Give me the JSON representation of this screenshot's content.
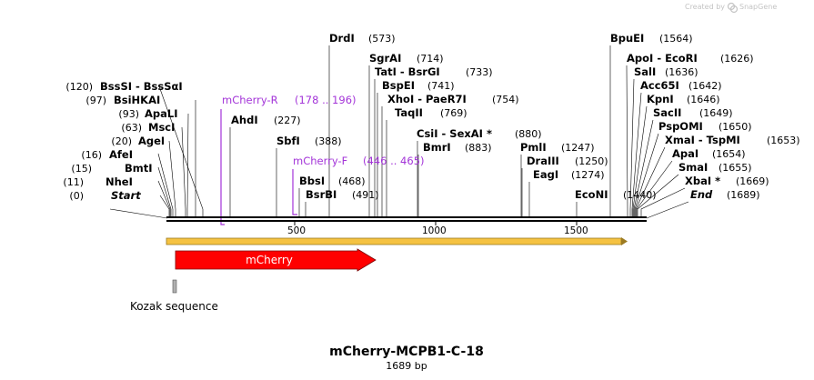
{
  "header": {
    "watermark_prefix": "Created by",
    "brand": "SnapGene"
  },
  "map": {
    "title": "mCherry-MCPB1-C-18",
    "length_label": "1689 bp",
    "ruler_ticks": [
      "500",
      "1000",
      "1500"
    ],
    "left_sites": [
      {
        "name": "NheI",
        "pos": "(11)"
      },
      {
        "name": "BmtI",
        "pos": "(15)"
      },
      {
        "name": "AfeI",
        "pos": "(16)"
      },
      {
        "name": "AgeI",
        "pos": "(20)"
      },
      {
        "name": "MscI",
        "pos": "(63)"
      },
      {
        "name": "ApaLI",
        "pos": "(93)"
      },
      {
        "name": "BsiHKAI",
        "pos": "(97)"
      },
      {
        "name": "BssSI  -  BssSαI",
        "pos": "(120)"
      }
    ],
    "start_label": {
      "name": "Start",
      "pos": "(0)"
    },
    "mid_sites": [
      {
        "name": "AhdI",
        "pos": "(227)"
      },
      {
        "name": "SbfI",
        "pos": "(388)"
      },
      {
        "name": "BbsI",
        "pos": "(468)"
      },
      {
        "name": "BsrBI",
        "pos": "(491)"
      },
      {
        "name": "DrdI",
        "pos": "(573)"
      }
    ],
    "cluster_sites": [
      {
        "name": "SgrAI",
        "pos": "(714)"
      },
      {
        "name": "TatI  -  BsrGI",
        "pos": "(733)"
      },
      {
        "name": "BspEI",
        "pos": "(741)"
      },
      {
        "name": "XhoI  -  PaeR7I",
        "pos": "(754)"
      },
      {
        "name": "TaqII",
        "pos": "(769)"
      },
      {
        "name": "CsiI  -  SexAI *",
        "pos": "(880)"
      },
      {
        "name": "BmrI",
        "pos": "(883)"
      }
    ],
    "right_mid_sites": [
      {
        "name": "PmlI",
        "pos": "(1247)"
      },
      {
        "name": "DraIII",
        "pos": "(1250)"
      },
      {
        "name": "EagI",
        "pos": "(1274)"
      },
      {
        "name": "EcoNI",
        "pos": "(1440)"
      }
    ],
    "right_sites": [
      {
        "name": "BpuEI",
        "pos": "(1564)"
      },
      {
        "name": "ApoI  -  EcoRI",
        "pos": "(1626)"
      },
      {
        "name": "SalI",
        "pos": "(1636)"
      },
      {
        "name": "Acc65I",
        "pos": "(1642)"
      },
      {
        "name": "KpnI",
        "pos": "(1646)"
      },
      {
        "name": "SacII",
        "pos": "(1649)"
      },
      {
        "name": "PspOMI",
        "pos": "(1650)"
      },
      {
        "name": "XmaI  -  TspMI",
        "pos": "(1653)"
      },
      {
        "name": "ApaI",
        "pos": "(1654)"
      },
      {
        "name": "SmaI",
        "pos": "(1655)"
      },
      {
        "name": "XbaI *",
        "pos": "(1669)"
      }
    ],
    "end_label": {
      "name": "End",
      "pos": "(1689)"
    },
    "primers": [
      {
        "name": "mCherry-R",
        "range": "(178 .. 196)"
      },
      {
        "name": "mCherry-F",
        "range": "(446 .. 465)"
      }
    ],
    "features": {
      "cds_label": "mCherry",
      "kozak_label": "Kozak sequence"
    },
    "colors": {
      "primer": "#a334d8",
      "cds_fill": "#ff0000",
      "orf_fill": "#f5c242",
      "backbone": "#000000"
    }
  }
}
